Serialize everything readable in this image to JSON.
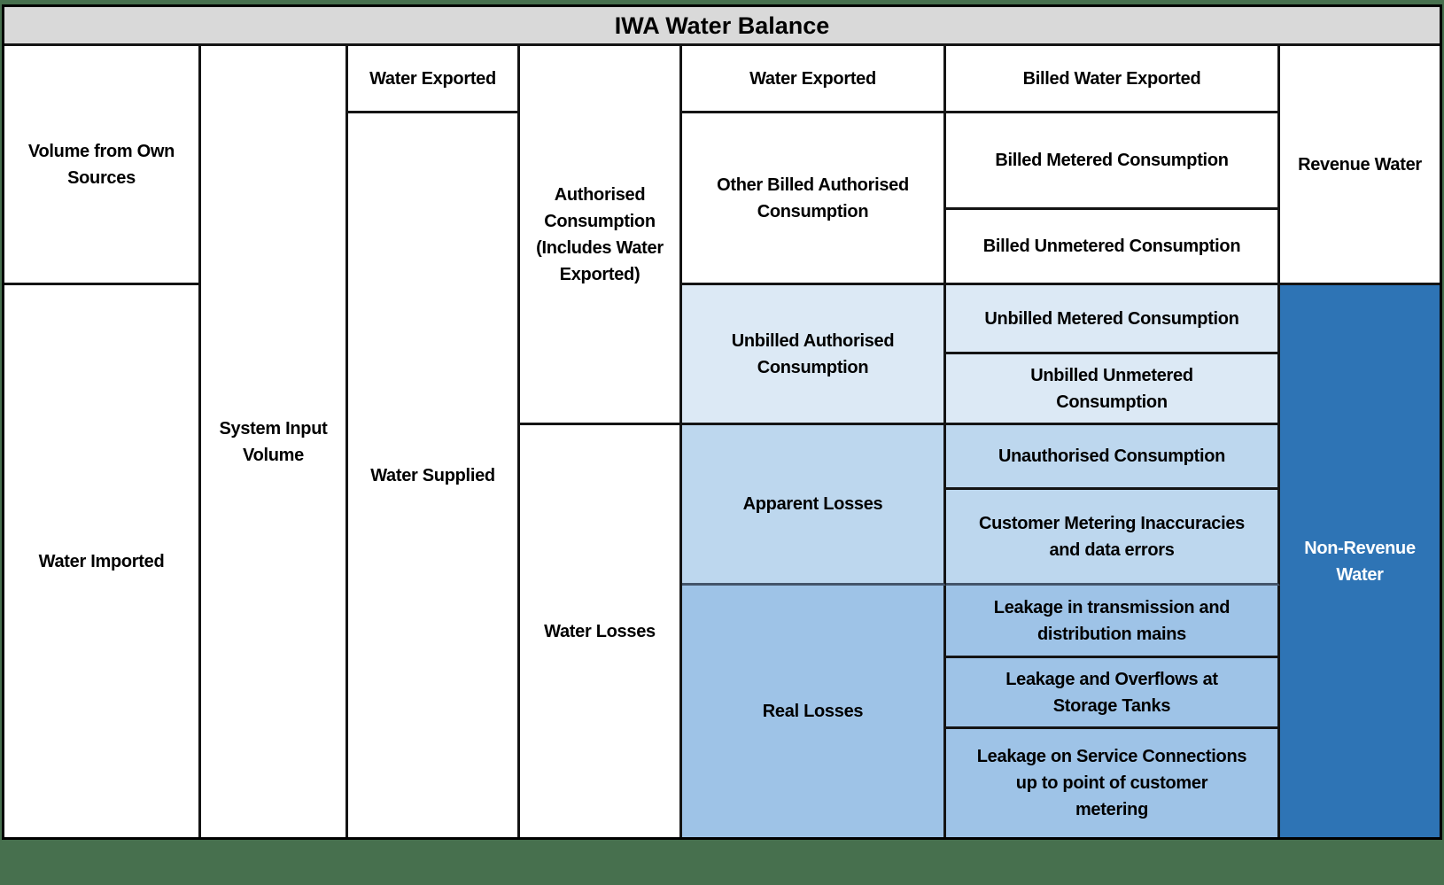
{
  "title": {
    "text": "IWA Water Balance"
  },
  "colors": {
    "title_gray": "#D9D9D9",
    "pale_blue": "#DCE9F5",
    "light_blue": "#BDD7EE",
    "medium_blue": "#9EC3E7",
    "dark_blue": "#2E74B5",
    "background_green": "#47704E",
    "line_black": "#141414",
    "line_slate": "#44546A"
  },
  "cells": {
    "volume_own_sources": {
      "label": "Volume from Own\nSources"
    },
    "water_imported": {
      "label": "Water Imported"
    },
    "system_input_volume": {
      "label": "System Input\nVolume"
    },
    "water_exported_supply": {
      "label": "Water Exported"
    },
    "water_supplied": {
      "label": "Water Supplied"
    },
    "authorised_consumption": {
      "label": "Authorised\nConsumption\n(Includes Water\nExported)"
    },
    "water_losses": {
      "label": "Water Losses"
    },
    "water_exported_auth": {
      "label": "Water Exported"
    },
    "other_billed": {
      "label": "Other Billed Authorised\nConsumption"
    },
    "unbilled_authorised": {
      "label": "Unbilled Authorised\nConsumption"
    },
    "apparent_losses": {
      "label": "Apparent Losses"
    },
    "real_losses": {
      "label": "Real Losses"
    },
    "billed_water_exported": {
      "label": "Billed Water Exported"
    },
    "billed_metered": {
      "label": "Billed Metered Consumption"
    },
    "billed_unmetered": {
      "label": "Billed Unmetered Consumption"
    },
    "unbilled_metered": {
      "label": "Unbilled Metered Consumption"
    },
    "unbilled_unmetered": {
      "label": "Unbilled Unmetered\nConsumption"
    },
    "unauthorised": {
      "label": "Unauthorised Consumption"
    },
    "customer_metering": {
      "label": "Customer Metering Inaccuracies\nand data errors"
    },
    "leakage_transmission": {
      "label": "Leakage in transmission and\ndistribution mains"
    },
    "leakage_overflows": {
      "label": "Leakage and Overflows at\nStorage Tanks"
    },
    "leakage_service": {
      "label": "Leakage on Service Connections\nup to point of customer\nmetering"
    },
    "revenue_water": {
      "label": "Revenue Water"
    },
    "non_revenue_water": {
      "label": "Non-Revenue\nWater"
    }
  }
}
